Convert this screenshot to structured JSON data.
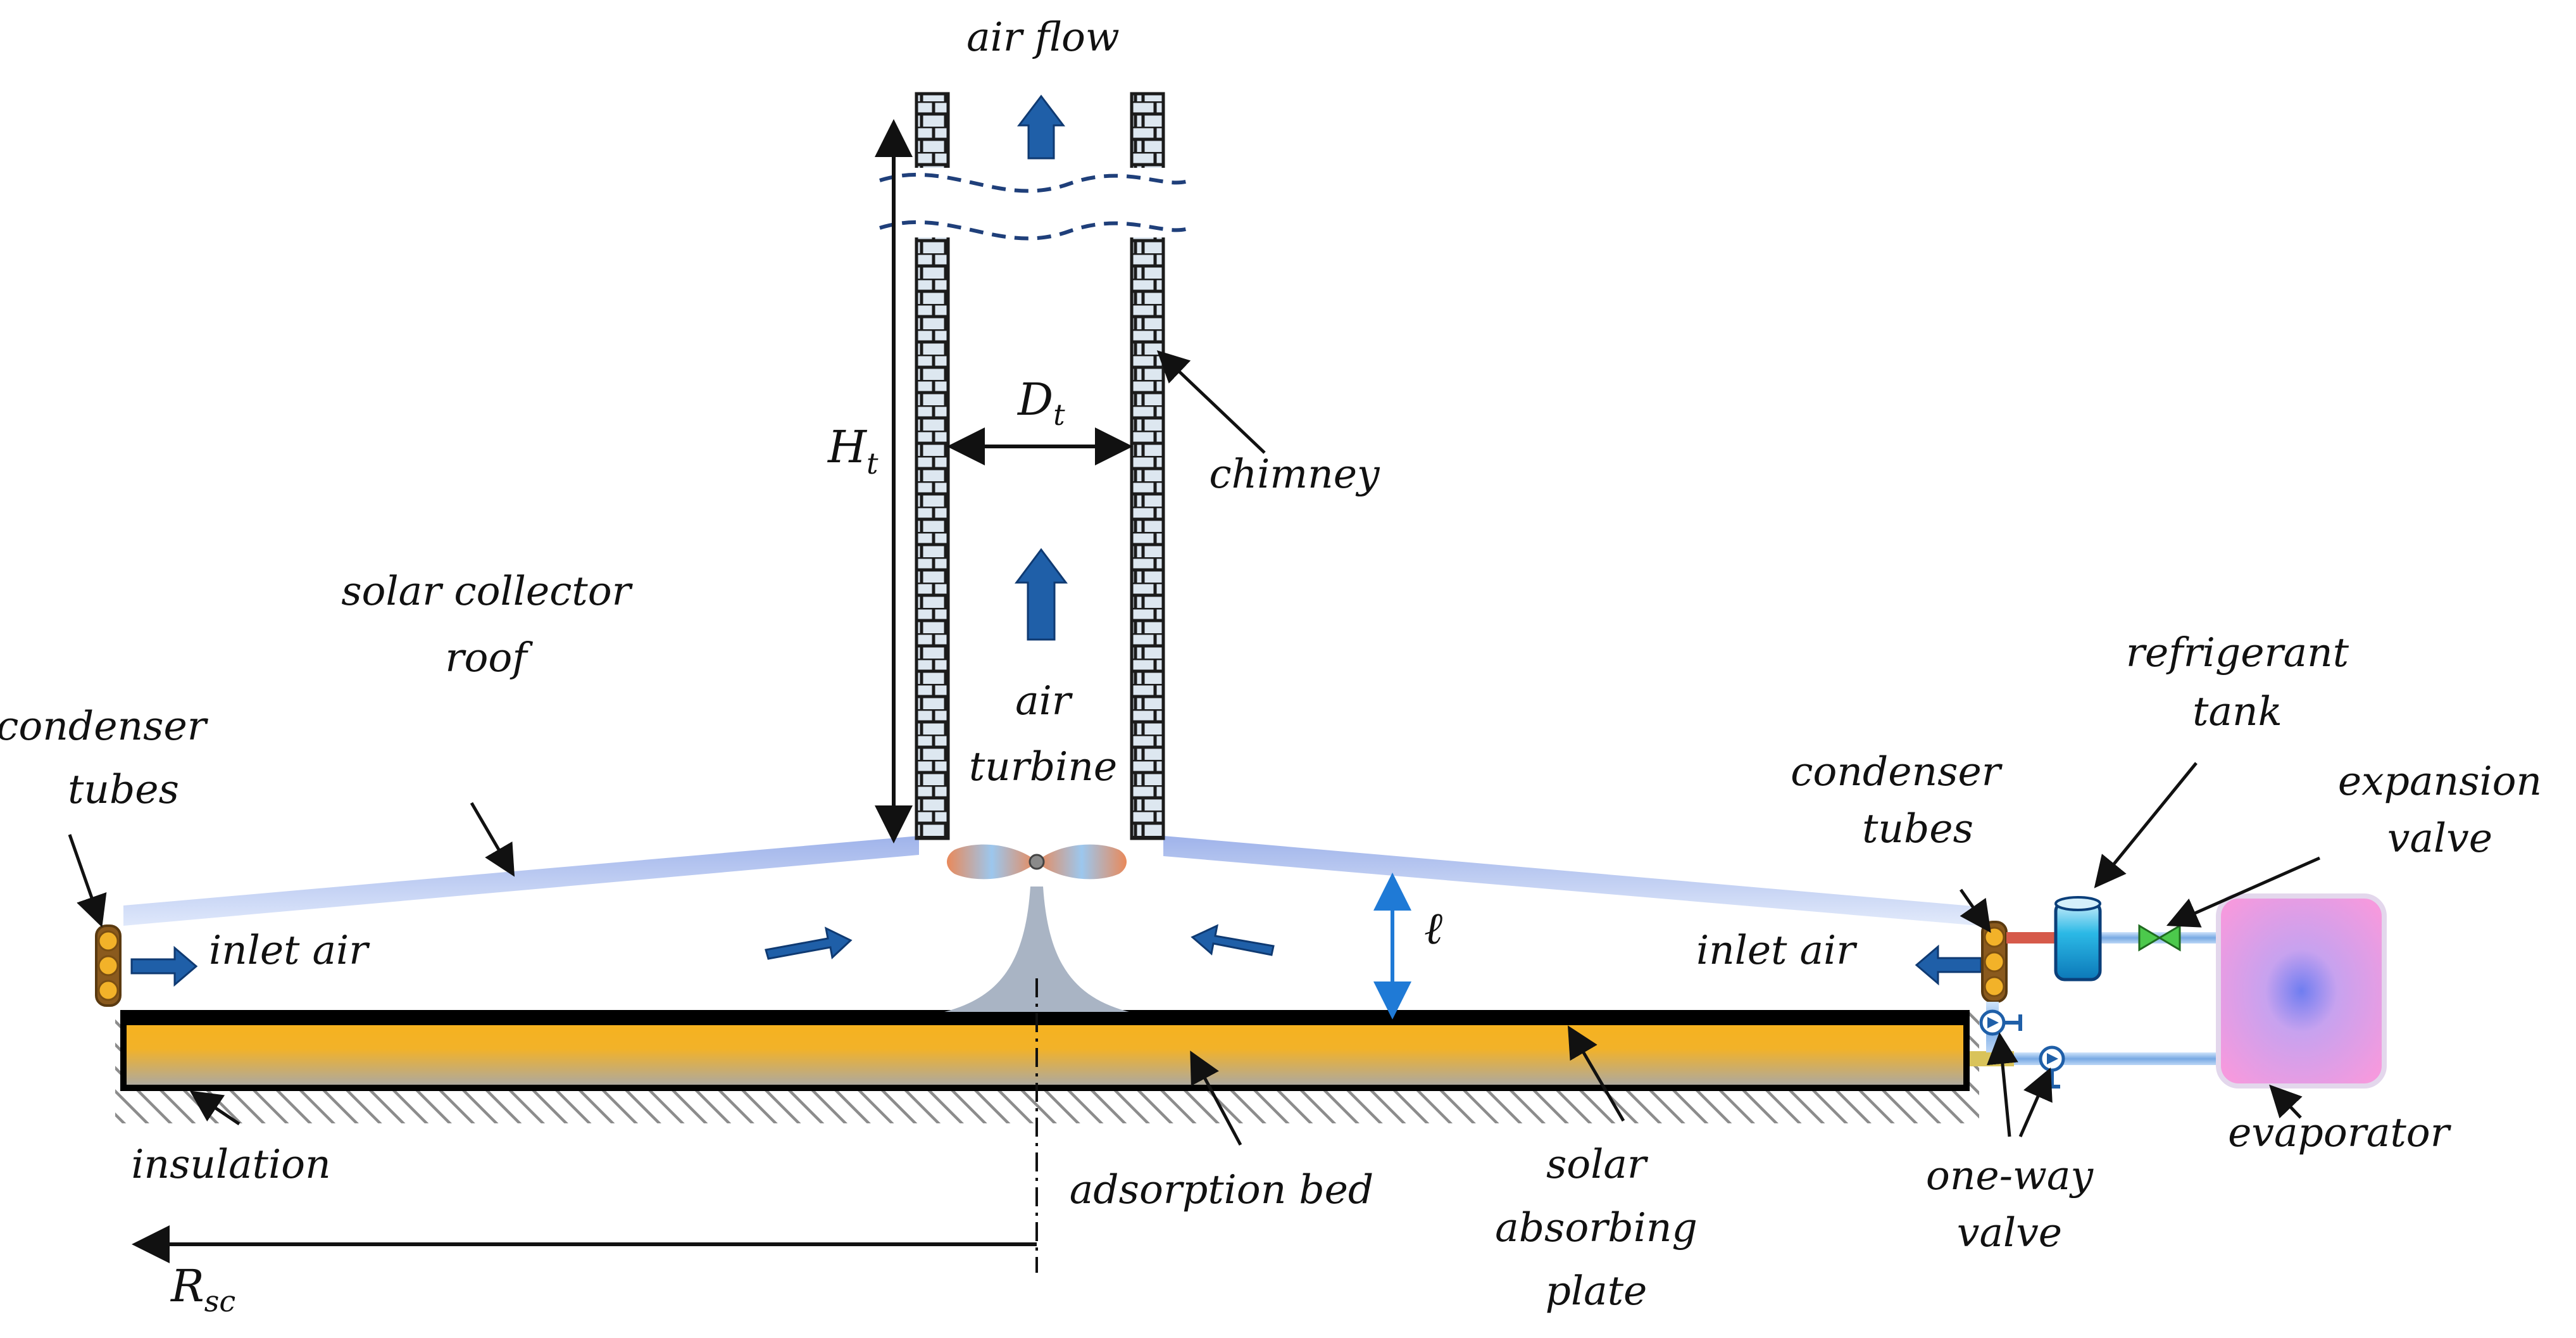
{
  "labels": {
    "air_flow": "air flow",
    "chimney": "chimney",
    "chimney_height_main": "H",
    "chimney_height_sub": "t",
    "chimney_diameter_main": "D",
    "chimney_diameter_sub": "t",
    "solar_collector_roof_line1": "solar collector",
    "solar_collector_roof_line2": "roof",
    "air_turbine_line1": "air",
    "air_turbine_line2": "turbine",
    "condenser_tubes_left_line1": "condenser",
    "condenser_tubes_left_line2": "tubes",
    "condenser_tubes_right_line1": "condenser",
    "condenser_tubes_right_line2": "tubes",
    "inlet_air_left": "inlet air",
    "inlet_air_right": "inlet air",
    "gap_height": "ℓ",
    "refrigerant_tank_line1": "refrigerant",
    "refrigerant_tank_line2": "tank",
    "expansion_valve_line1": "expansion",
    "expansion_valve_line2": "valve",
    "evaporator": "evaporator",
    "insulation": "insulation",
    "adsorption_bed": "adsorption bed",
    "solar_absorbing_plate_line1": "solar",
    "solar_absorbing_plate_line2": "absorbing",
    "solar_absorbing_plate_line3": "plate",
    "one_way_valve_line1": "one-way",
    "one_way_valve_line2": "valve",
    "collector_radius_main": "R",
    "collector_radius_sub": "sc"
  },
  "colors": {
    "flow_arrow": "#1f5fa8",
    "roof": "#a9bce8",
    "adsorption_bed": "#f2b229",
    "absorbing_plate": "#000000",
    "insulation_hatch": "#8c8c8c",
    "chimney_brick": "#dde7f0",
    "evaporator": "#f7a8e0",
    "refrigerant_tank": "#2bb9e6",
    "expansion_valve": "#4cc94c",
    "dimension_arrow": "#1f7ad6"
  }
}
